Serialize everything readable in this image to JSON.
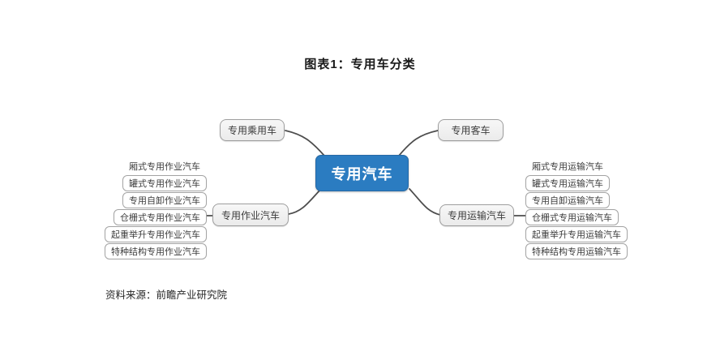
{
  "title": "图表1：专用车分类",
  "source": "资料来源：前瞻产业研究院",
  "root": {
    "label": "专用汽车",
    "color": "#2b7cc1"
  },
  "branches": {
    "passenger": {
      "label": "专用乘用车"
    },
    "bus": {
      "label": "专用客车"
    },
    "work": {
      "label": "专用作业汽车"
    },
    "transport": {
      "label": "专用运输汽车"
    }
  },
  "work_children": [
    "厢式专用作业汽车",
    "罐式专用作业汽车",
    "专用自卸作业汽车",
    "仓栅式专用作业汽车",
    "起重举升专用作业汽车",
    "特种结构专用作业汽车"
  ],
  "transport_children": [
    "厢式专用运输汽车",
    "罐式专用运输汽车",
    "专用自卸运输汽车",
    "仓栅式专用运输汽车",
    "起重举升专用运输汽车",
    "特种结构专用运输汽车"
  ]
}
